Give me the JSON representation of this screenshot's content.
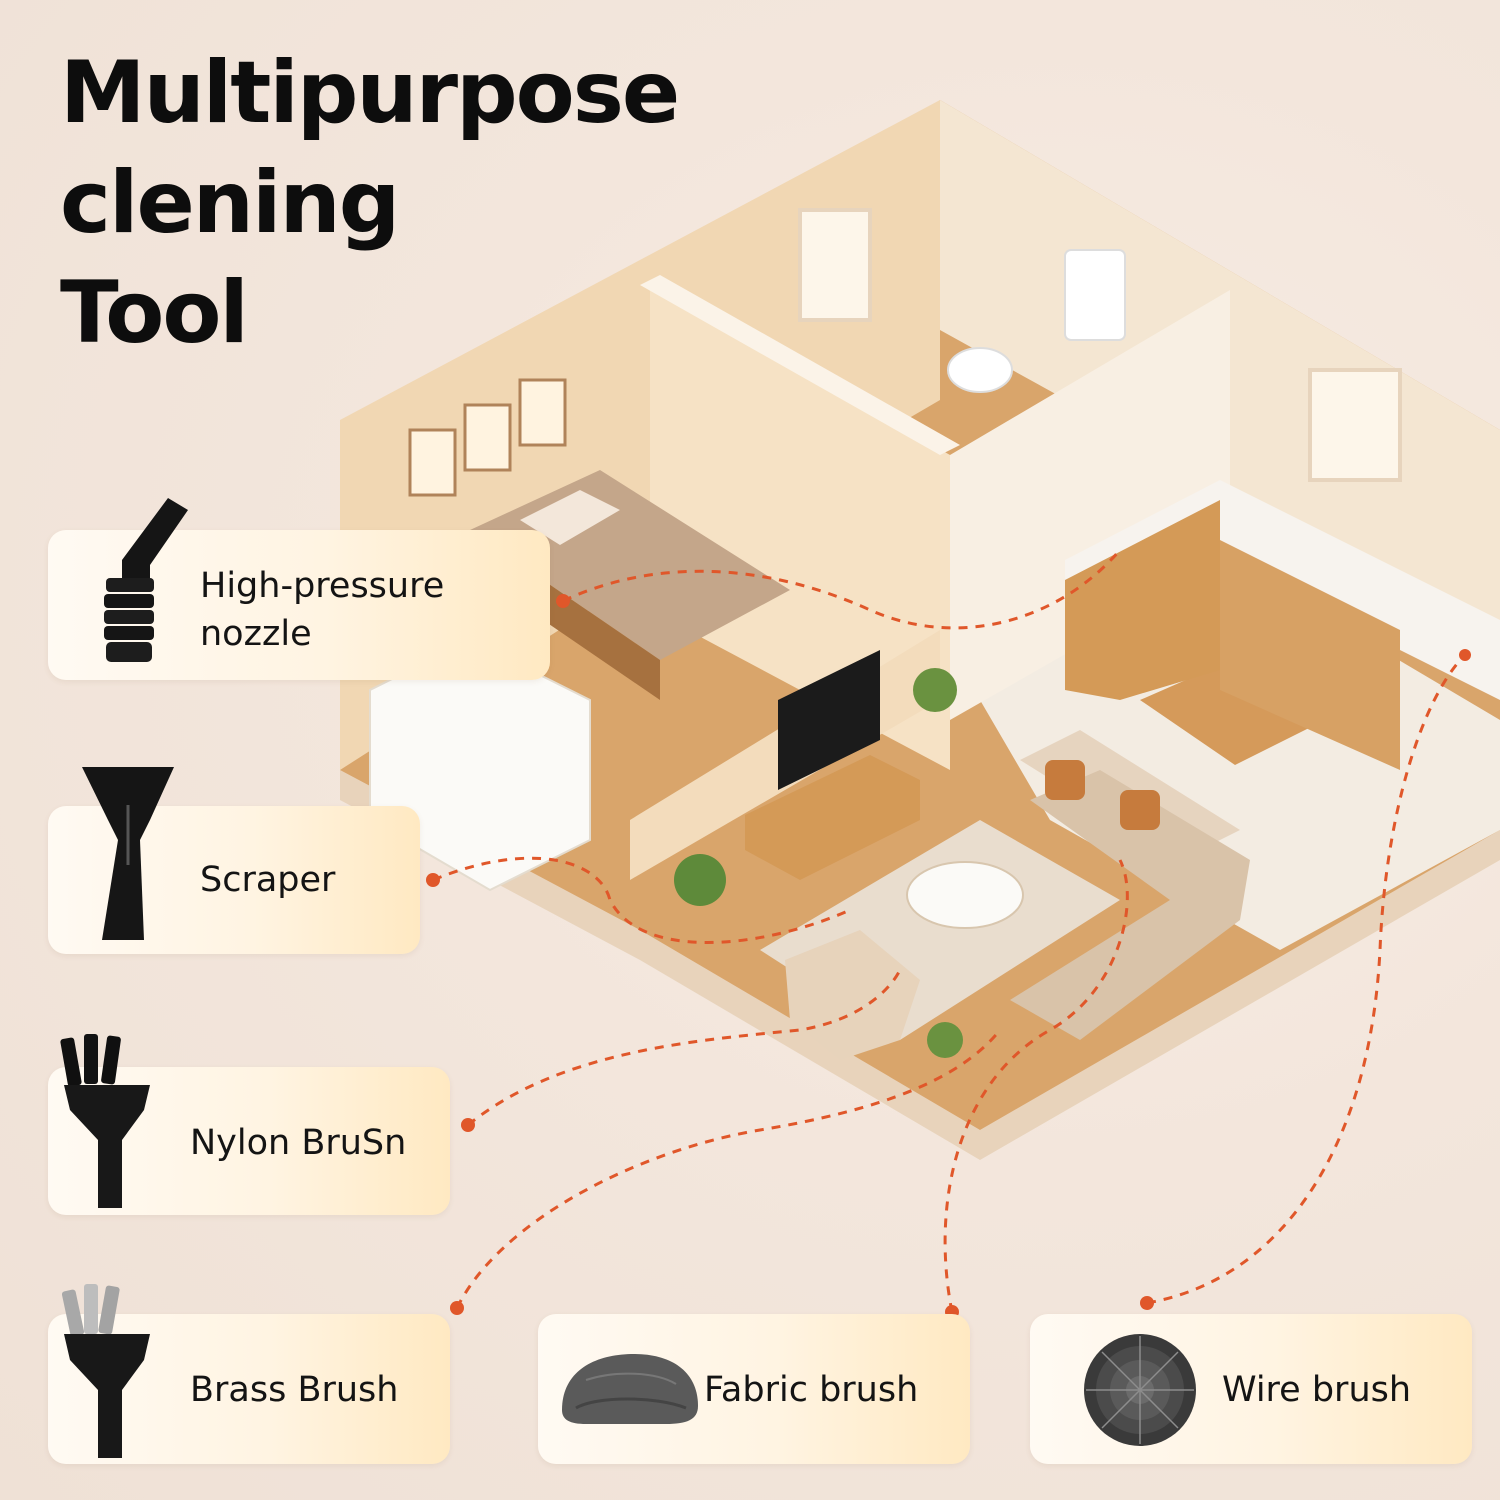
{
  "headline": {
    "line1": "Multipurpose",
    "line2": "clening",
    "line3": "Tool"
  },
  "tools": [
    {
      "label": "High-pressure\nnozzle",
      "icon": "nozzle-icon"
    },
    {
      "label": "Scraper",
      "icon": "scraper-icon"
    },
    {
      "label": "Nylon BruSn",
      "icon": "nylon-brush-icon"
    },
    {
      "label": "Brass Brush",
      "icon": "brass-brush-icon"
    },
    {
      "label": "Fabric brush",
      "icon": "fabric-brush-icon"
    },
    {
      "label": "Wire brush",
      "icon": "wire-brush-icon"
    }
  ],
  "colors": {
    "leader_line": "#e0572a",
    "tool_black": "#151515",
    "wood": "#c98a4a",
    "wall": "#f4e2c8"
  }
}
